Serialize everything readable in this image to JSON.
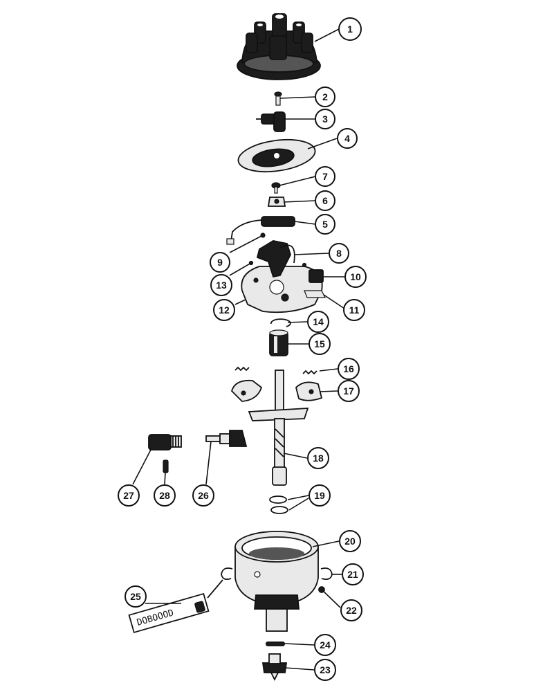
{
  "diagram": {
    "callouts": [
      {
        "num": "1"
      },
      {
        "num": "2"
      },
      {
        "num": "3"
      },
      {
        "num": "4"
      },
      {
        "num": "7"
      },
      {
        "num": "6"
      },
      {
        "num": "5"
      },
      {
        "num": "8"
      },
      {
        "num": "9"
      },
      {
        "num": "13"
      },
      {
        "num": "10"
      },
      {
        "num": "11"
      },
      {
        "num": "12"
      },
      {
        "num": "14"
      },
      {
        "num": "15"
      },
      {
        "num": "16"
      },
      {
        "num": "17"
      },
      {
        "num": "18"
      },
      {
        "num": "19"
      },
      {
        "num": "27"
      },
      {
        "num": "28"
      },
      {
        "num": "26"
      },
      {
        "num": "20"
      },
      {
        "num": "21"
      },
      {
        "num": "22"
      },
      {
        "num": "25"
      },
      {
        "num": "24"
      },
      {
        "num": "23"
      }
    ],
    "stamp_text": "DOBOOOD"
  }
}
